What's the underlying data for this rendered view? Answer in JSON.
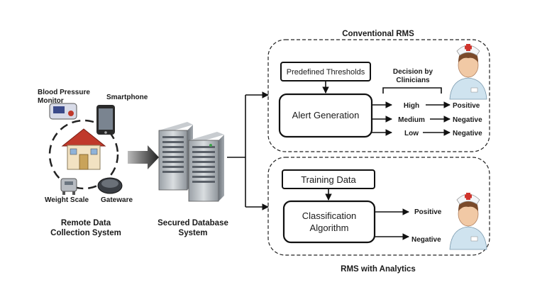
{
  "remote": {
    "bp_monitor": [
      "Blood Pressure",
      "Monitor"
    ],
    "smartphone": "Smartphone",
    "weight_scale": "Weight Scale",
    "gateware": "Gateware",
    "title": [
      "Remote Data",
      "Collection System"
    ]
  },
  "database": {
    "title": [
      "Secured Database",
      "System"
    ]
  },
  "conventional": {
    "title": "Conventional RMS",
    "thresholds": "Predefined Thresholds",
    "decision": [
      "Decision by",
      "Clinicians"
    ],
    "alert": "Alert Generation",
    "levels": [
      "High",
      "Medium",
      "Low"
    ],
    "outcomes": [
      "Positive",
      "Negative",
      "Negative"
    ]
  },
  "analytics": {
    "title": "RMS with Analytics",
    "training": "Training Data",
    "classification": [
      "Classification",
      "Algorithm"
    ],
    "outcomes": [
      "Positive",
      "Negative"
    ]
  }
}
